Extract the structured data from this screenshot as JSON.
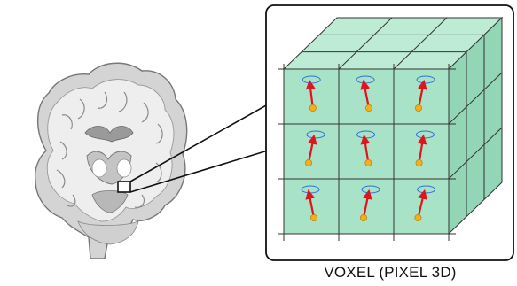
{
  "caption": "VOXEL (PIXEL 3D)",
  "colors": {
    "voxel_fill": "#a9e3c7",
    "voxel_side": "#93d6b6",
    "voxel_top": "#bdebd4",
    "grid_line": "#333333",
    "arrow": "#e0141e",
    "nucleus": "#f2b01e",
    "precession_orbit": "#2f6fd6",
    "frame": "#111111"
  },
  "icons": {
    "brain": "coronal-brain-slice",
    "spin": "precessing-spin-arrow"
  }
}
